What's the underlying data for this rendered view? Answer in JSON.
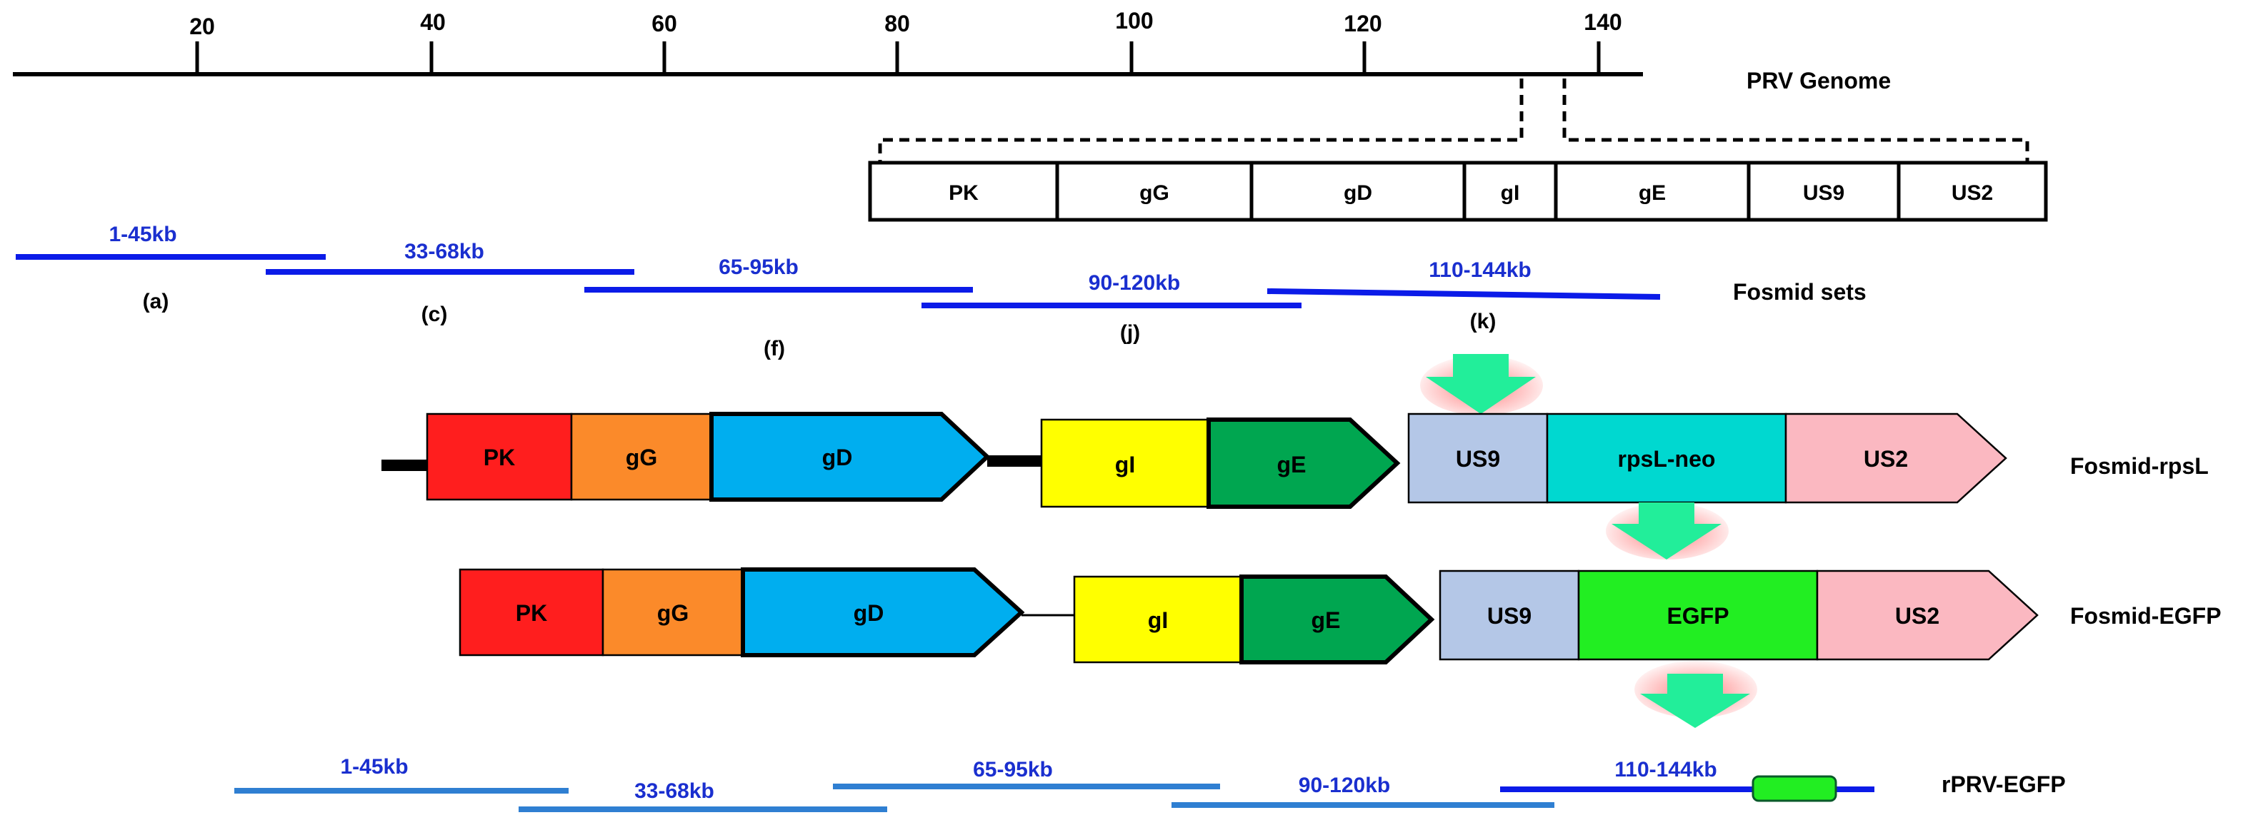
{
  "genome": {
    "label": "PRV Genome",
    "ticks": [
      "20",
      "40",
      "60",
      "80",
      "100",
      "120",
      "140"
    ]
  },
  "region_boxes": [
    "PK",
    "gG",
    "gD",
    "gI",
    "gE",
    "US9",
    "US2"
  ],
  "fosmid_sets": {
    "label": "Fosmid sets",
    "fragments": [
      {
        "range": "1-45kb",
        "set": "(a)"
      },
      {
        "range": "33-68kb",
        "set": "(c)"
      },
      {
        "range": "65-95kb",
        "set": "(f)"
      },
      {
        "range": "90-120kb",
        "set": "(j)"
      },
      {
        "range": "110-144kb",
        "set": "(k)"
      }
    ]
  },
  "constructs": [
    {
      "label": "Fosmid-rpsL",
      "genes": [
        "PK",
        "gG",
        "gD",
        "gI",
        "gE",
        "US9",
        "rpsL-neo",
        "US2"
      ]
    },
    {
      "label": "Fosmid-EGFP",
      "genes": [
        "PK",
        "gG",
        "gD",
        "gI",
        "gE",
        "US9",
        "EGFP",
        "US2"
      ]
    }
  ],
  "recombinant": {
    "label": "rPRV-EGFP",
    "fragments": [
      "1-45kb",
      "33-68kb",
      "65-95kb",
      "90-120kb",
      "110-144kb"
    ]
  },
  "colors": {
    "fragment_blue": "#0b1be8",
    "fragment_blue_light": "#2f7fd2",
    "PK": "#ff1e1e",
    "gG": "#fb8a2a",
    "gD": "#00aeef",
    "gI": "#ffff00",
    "gE": "#00a650",
    "US9": "#b4c7e7",
    "rpsL-neo": "#00d8d0",
    "EGFP": "#22ee22",
    "US2": "#fbb8c1",
    "arrow": "#22ee9a"
  }
}
